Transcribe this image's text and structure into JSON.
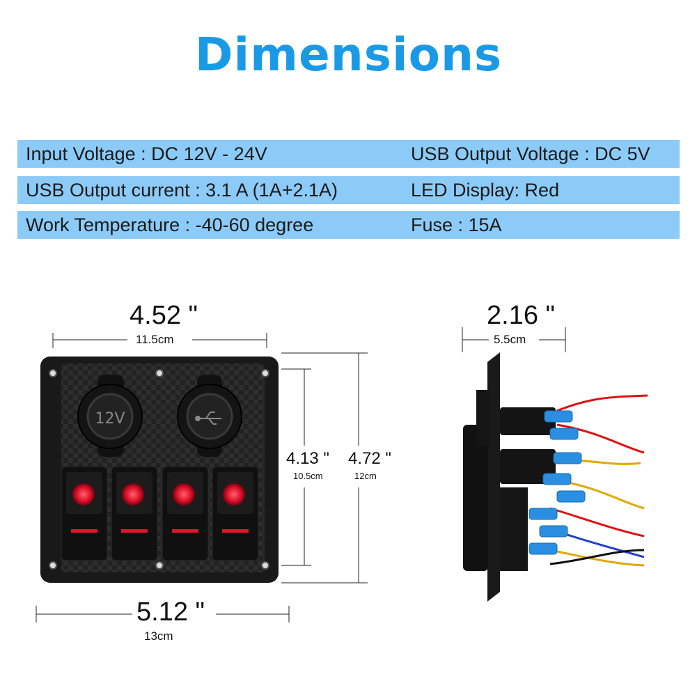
{
  "title": "Dimensions",
  "specs": [
    {
      "left": "Input Voltage : DC 12V - 24V",
      "right": "USB Output Voltage : DC 5V"
    },
    {
      "left": "USB Output current : 3.1 A (1A+2.1A)",
      "right": "LED Display: Red"
    },
    {
      "left": "Work Temperature : -40-60 degree",
      "right": "Fuse :   15A"
    }
  ],
  "dimensions": {
    "top_width_in": "4.52 \"",
    "top_width_cm": "11.5cm",
    "bottom_width_in": "5.12 \"",
    "bottom_width_cm": "13cm",
    "inner_height_in": "4.13 \"",
    "inner_height_cm": "10.5cm",
    "outer_height_in": "4.72 \"",
    "outer_height_cm": "12cm",
    "depth_in": "2.16 \"",
    "depth_cm": "5.5cm"
  },
  "socket_label": "12V",
  "colors": {
    "title": "#1a9ae6",
    "spec_band": "#8ccbf7",
    "panel": "#1c1c1c",
    "led": "#e0142a",
    "terminal": "#2a8fe0"
  }
}
